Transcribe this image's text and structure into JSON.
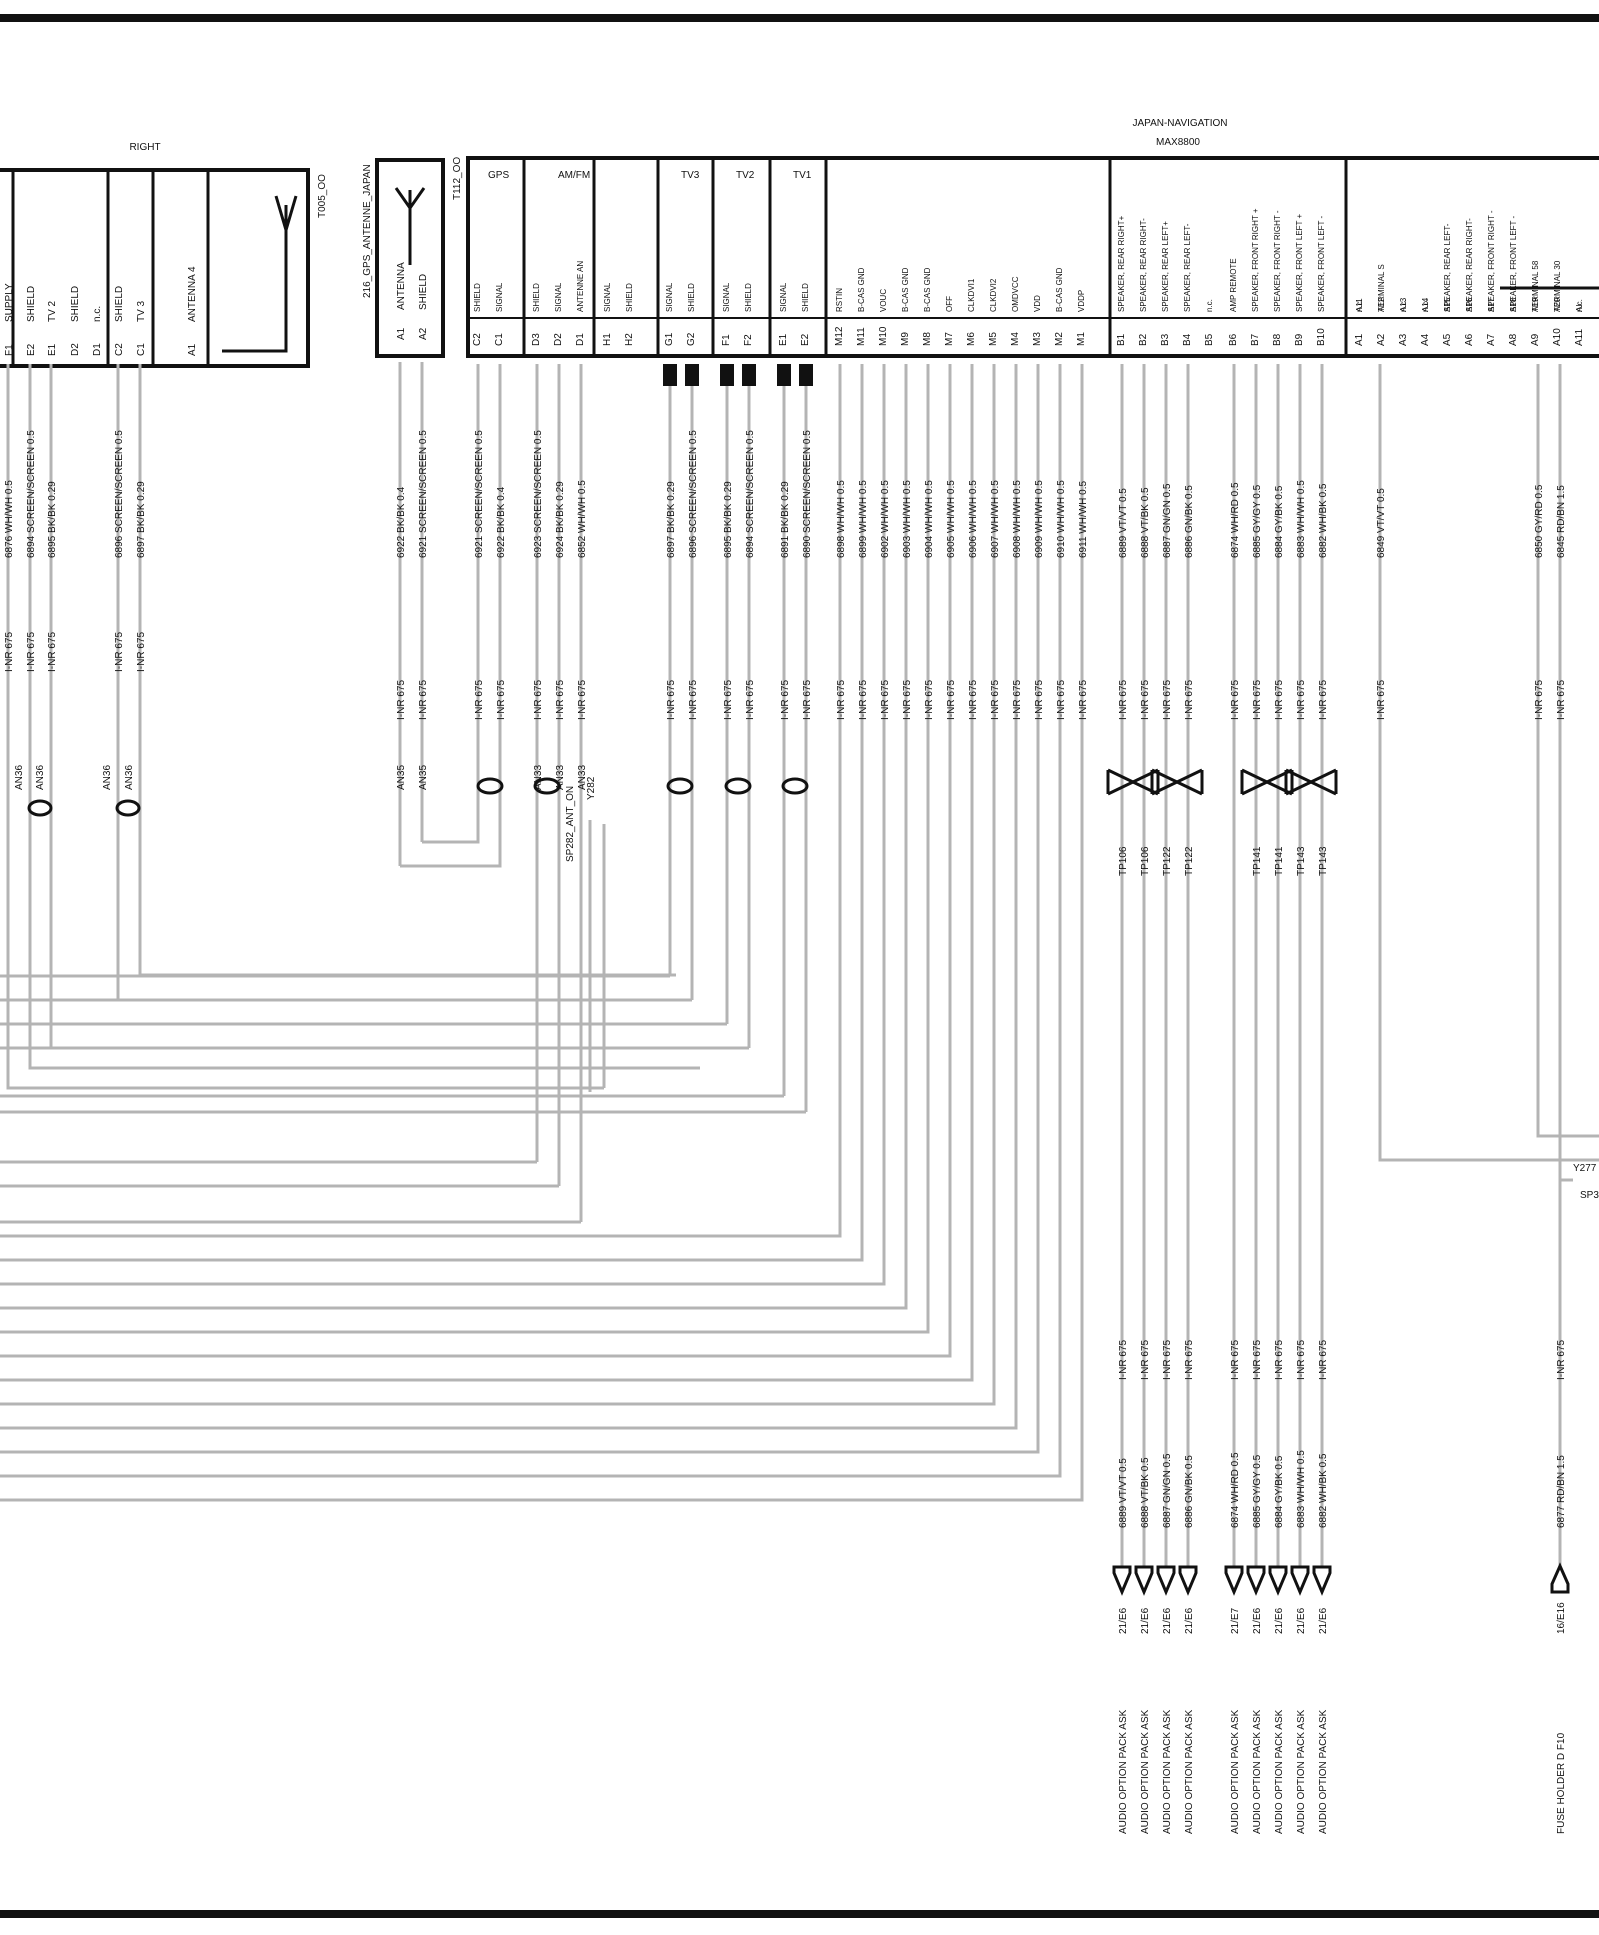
{
  "header": {
    "right_label": "RIGHT",
    "nav_title": "JAPAN-NAVIGATION",
    "nav_model": "MAX8800"
  },
  "components": {
    "t005": "T005_OO",
    "gps_antenna": "216_GPS_ANTENNE_JAPAN",
    "t112": "T112_OO"
  },
  "right_pins": [
    {
      "name": "SUPPLY",
      "pin": "F1"
    },
    {
      "name": "SHIELD",
      "pin": "E2"
    },
    {
      "name": "TV 2",
      "pin": "E1"
    },
    {
      "name": "SHIELD",
      "pin": "D2"
    },
    {
      "name": "n.c.",
      "pin": "D1"
    },
    {
      "name": "SHIELD",
      "pin": "C2"
    },
    {
      "name": "TV 3",
      "pin": "C1"
    },
    {
      "name": "ANTENNA 4",
      "pin": "A1"
    }
  ],
  "gps_pins": [
    {
      "name": "ANTENNA",
      "pin": "A1"
    },
    {
      "name": "SHIELD",
      "pin": "A2"
    }
  ],
  "groups": [
    "GPS",
    "AM/FM",
    "TV3",
    "TV2",
    "TV1"
  ],
  "nav_pins": [
    {
      "name": "SHIELD",
      "pin": "C2"
    },
    {
      "name": "SIGNAL",
      "pin": "C1"
    },
    {
      "name": "SHIELD",
      "pin": "D3"
    },
    {
      "name": "SIGNAL",
      "pin": "D2"
    },
    {
      "name": "ANTENNE AN",
      "pin": "D1"
    },
    {
      "name": "SIGNAL",
      "pin": "H1"
    },
    {
      "name": "SHIELD",
      "pin": "H2"
    },
    {
      "name": "SIGNAL",
      "pin": "G1"
    },
    {
      "name": "SHIELD",
      "pin": "G2"
    },
    {
      "name": "SIGNAL",
      "pin": "F1"
    },
    {
      "name": "SHIELD",
      "pin": "F2"
    },
    {
      "name": "SIGNAL",
      "pin": "E1"
    },
    {
      "name": "SHIELD",
      "pin": "E2"
    },
    {
      "name": "RSTIN",
      "pin": "M12"
    },
    {
      "name": "B-CAS GND",
      "pin": "M11"
    },
    {
      "name": "VOUC",
      "pin": "M10"
    },
    {
      "name": "B-CAS GND",
      "pin": "M9"
    },
    {
      "name": "B-CAS GND",
      "pin": "M8"
    },
    {
      "name": "OFF",
      "pin": "M7"
    },
    {
      "name": "CLKDVI1",
      "pin": "M6"
    },
    {
      "name": "CLKDVI2",
      "pin": "M5"
    },
    {
      "name": "OMDVCC",
      "pin": "M4"
    },
    {
      "name": "VDD",
      "pin": "M3"
    },
    {
      "name": "B-CAS GND",
      "pin": "M2"
    },
    {
      "name": "VDDP",
      "pin": "M1"
    },
    {
      "name": "SPEAKER, REAR RIGHT+",
      "pin": "B1"
    },
    {
      "name": "SPEAKER, REAR RIGHT-",
      "pin": "B2"
    },
    {
      "name": "SPEAKER, REAR LEFT+",
      "pin": "B3"
    },
    {
      "name": "SPEAKER, REAR LEFT-",
      "pin": "B4"
    },
    {
      "name": "n.c.",
      "pin": "B5"
    },
    {
      "name": "AMP REMOTE",
      "pin": "B6"
    },
    {
      "name": "SPEAKER, FRONT RIGHT +",
      "pin": "B7"
    },
    {
      "name": "SPEAKER, FRONT RIGHT -",
      "pin": "B8"
    },
    {
      "name": "SPEAKER, FRONT LEFT +",
      "pin": "B9"
    },
    {
      "name": "SPEAKER, FRONT LEFT -",
      "pin": "B10"
    },
    {
      "name": "n.c.",
      "pin": "A1"
    },
    {
      "name": "TERMINAL S",
      "pin": "A2"
    },
    {
      "name": "n.c.",
      "pin": "A3"
    },
    {
      "name": "n.c.",
      "pin": "A4"
    },
    {
      "name": "SPEAKER, REAR LEFT-",
      "pin": "A5"
    },
    {
      "name": "SPEAKER, REAR RIGHT-",
      "pin": "A6"
    },
    {
      "name": "SPEAKER, FRONT RIGHT -",
      "pin": "A7"
    },
    {
      "name": "SPEAKER, FRONT LEFT -",
      "pin": "A8"
    },
    {
      "name": "TERMINAL 58",
      "pin": "A9"
    },
    {
      "name": "TERMINAL 30",
      "pin": "A10"
    },
    {
      "name": "n.c.",
      "pin": "A11"
    }
  ],
  "nav_pins_inner": [
    "A11",
    "A12",
    "A13",
    "A14",
    "A15",
    "A16",
    "A17",
    "A18",
    "A19",
    "A20",
    "AI"
  ],
  "wires_right": [
    {
      "label": "6876 WH/WH 0.5",
      "nr": "I-NR 675"
    },
    {
      "label": "6894 SCREEN/SCREEN 0.5",
      "nr": "I-NR 675",
      "an": "AN36"
    },
    {
      "label": "6895 BK/BK 0.29",
      "nr": "I-NR 675",
      "an": "AN36"
    },
    {
      "label": "6896 SCREEN/SCREEN 0.5",
      "nr": "I-NR 675",
      "an": "AN36"
    },
    {
      "label": "6897 BK/BK 0.29",
      "nr": "I-NR 675",
      "an": "AN36"
    }
  ],
  "wires_gps": [
    {
      "label": "6922 BK/BK 0.4",
      "nr": "I-NR 675",
      "an": "AN35"
    },
    {
      "label": "6921 SCREEN/SCREEN 0.5",
      "nr": "I-NR 675",
      "an": "AN35"
    }
  ],
  "wires_nav_left": [
    {
      "label": "6921 SCREEN/SCREEN 0.5",
      "nr": "I-NR 675"
    },
    {
      "label": "6922 BK/BK 0.4",
      "nr": "I-NR 675"
    },
    {
      "label": "6923 SCREEN/SCREEN 0.5",
      "nr": "I-NR 675",
      "an": "AN33"
    },
    {
      "label": "6924 BK/BK 0.29",
      "nr": "I-NR 675",
      "an": "AN33"
    },
    {
      "label": "6852 WH/WH 0.5",
      "nr": "I-NR 675",
      "an": "AN33"
    },
    {
      "label": "6897 BK/BK 0.29",
      "nr": "I-NR 675"
    },
    {
      "label": "6896 SCREEN/SCREEN 0.5",
      "nr": "I-NR 675"
    },
    {
      "label": "6895 BK/BK 0.29",
      "nr": "I-NR 675"
    },
    {
      "label": "6894 SCREEN/SCREEN 0.5",
      "nr": "I-NR 675"
    },
    {
      "label": "6891 BK/BK 0.29",
      "nr": "I-NR 675"
    },
    {
      "label": "6890 SCREEN/SCREEN 0.5",
      "nr": "I-NR 675"
    }
  ],
  "wires_m": [
    {
      "label": "6898 WH/WH 0.5",
      "nr": "I-NR 675"
    },
    {
      "label": "6899 WH/WH 0.5",
      "nr": "I-NR 675"
    },
    {
      "label": "6902 WH/WH 0.5",
      "nr": "I-NR 675"
    },
    {
      "label": "6903 WH/WH 0.5",
      "nr": "I-NR 675"
    },
    {
      "label": "6904 WH/WH 0.5",
      "nr": "I-NR 675"
    },
    {
      "label": "6905 WH/WH 0.5",
      "nr": "I-NR 675"
    },
    {
      "label": "6906 WH/WH 0.5",
      "nr": "I-NR 675"
    },
    {
      "label": "6907 WH/WH 0.5",
      "nr": "I-NR 675"
    },
    {
      "label": "6908 WH/WH 0.5",
      "nr": "I-NR 675"
    },
    {
      "label": "6909 WH/WH 0.5",
      "nr": "I-NR 675"
    },
    {
      "label": "6910 WH/WH 0.5",
      "nr": "I-NR 675"
    },
    {
      "label": "6911 WH/WH 0.5",
      "nr": "I-NR 675"
    }
  ],
  "wires_b": [
    {
      "label": "6889 VT/VT 0.5",
      "nr": "I-NR 675",
      "tp": "TP106",
      "lnr": "I-NR 675",
      "bot": "6889 VT/VT 0.5",
      "ref": "21/E6",
      "dest": "AUDIO OPTION PACK   ASK"
    },
    {
      "label": "6888 VT/BK 0.5",
      "nr": "I-NR 675",
      "tp": "TP106",
      "lnr": "I-NR 675",
      "bot": "6888 VT/BK 0.5",
      "ref": "21/E6",
      "dest": "AUDIO OPTION PACK   ASK"
    },
    {
      "label": "6887 GN/GN 0.5",
      "nr": "I-NR 675",
      "tp": "TP122",
      "lnr": "I-NR 675",
      "bot": "6887 GN/GN 0.5",
      "ref": "21/E6",
      "dest": "AUDIO OPTION PACK   ASK"
    },
    {
      "label": "6886 GN/BK 0.5",
      "nr": "I-NR 675",
      "tp": "TP122",
      "lnr": "I-NR 675",
      "bot": "6886 GN/BK 0.5",
      "ref": "21/E6",
      "dest": "AUDIO OPTION PACK   ASK"
    },
    {
      "label": "6874 WH/RD 0.5",
      "nr": "I-NR 675",
      "tp": "",
      "lnr": "I-NR 675",
      "bot": "6874 WH/RD 0.5",
      "ref": "21/E7",
      "dest": "AUDIO OPTION PACK   ASK"
    },
    {
      "label": "6885 GY/GY 0.5",
      "nr": "I-NR 675",
      "tp": "TP141",
      "lnr": "I-NR 675",
      "bot": "6885 GY/GY 0.5",
      "ref": "21/E6",
      "dest": "AUDIO OPTION PACK   ASK"
    },
    {
      "label": "6884 GY/BK 0.5",
      "nr": "I-NR 675",
      "tp": "TP141",
      "lnr": "I-NR 675",
      "bot": "6884 GY/BK 0.5",
      "ref": "21/E6",
      "dest": "AUDIO OPTION PACK   ASK"
    },
    {
      "label": "6883 WH/WH 0.5",
      "nr": "I-NR 675",
      "tp": "TP143",
      "lnr": "I-NR 675",
      "bot": "6883 WH/WH 0.5",
      "ref": "21/E6",
      "dest": "AUDIO OPTION PACK   ASK"
    },
    {
      "label": "6882 WH/BK 0.5",
      "nr": "I-NR 675",
      "tp": "TP143",
      "lnr": "I-NR 675",
      "bot": "6882 WH/BK 0.5",
      "ref": "21/E6",
      "dest": "AUDIO OPTION PACK   ASK"
    }
  ],
  "wires_a": [
    {
      "label": "6849 VT/VT 0.5",
      "nr": "I-NR 675"
    },
    {
      "label": "6850 GY/RD 0.5",
      "nr": "I-NR 675"
    },
    {
      "label": "6845 RD/BN 1.5",
      "nr": "I-NR 675",
      "lnr": "I-NR 675",
      "bot": "6877 RD/BN 1.5",
      "ref": "16/E16",
      "dest": "FUSE HOLDER D   F10"
    }
  ],
  "splices": {
    "sp282": "SP282_ANT_ON",
    "y282": "Y282",
    "y277": "Y277",
    "sp3": "SP3"
  },
  "colors": {
    "wire": "#b4b4b4",
    "ink": "#111111"
  }
}
